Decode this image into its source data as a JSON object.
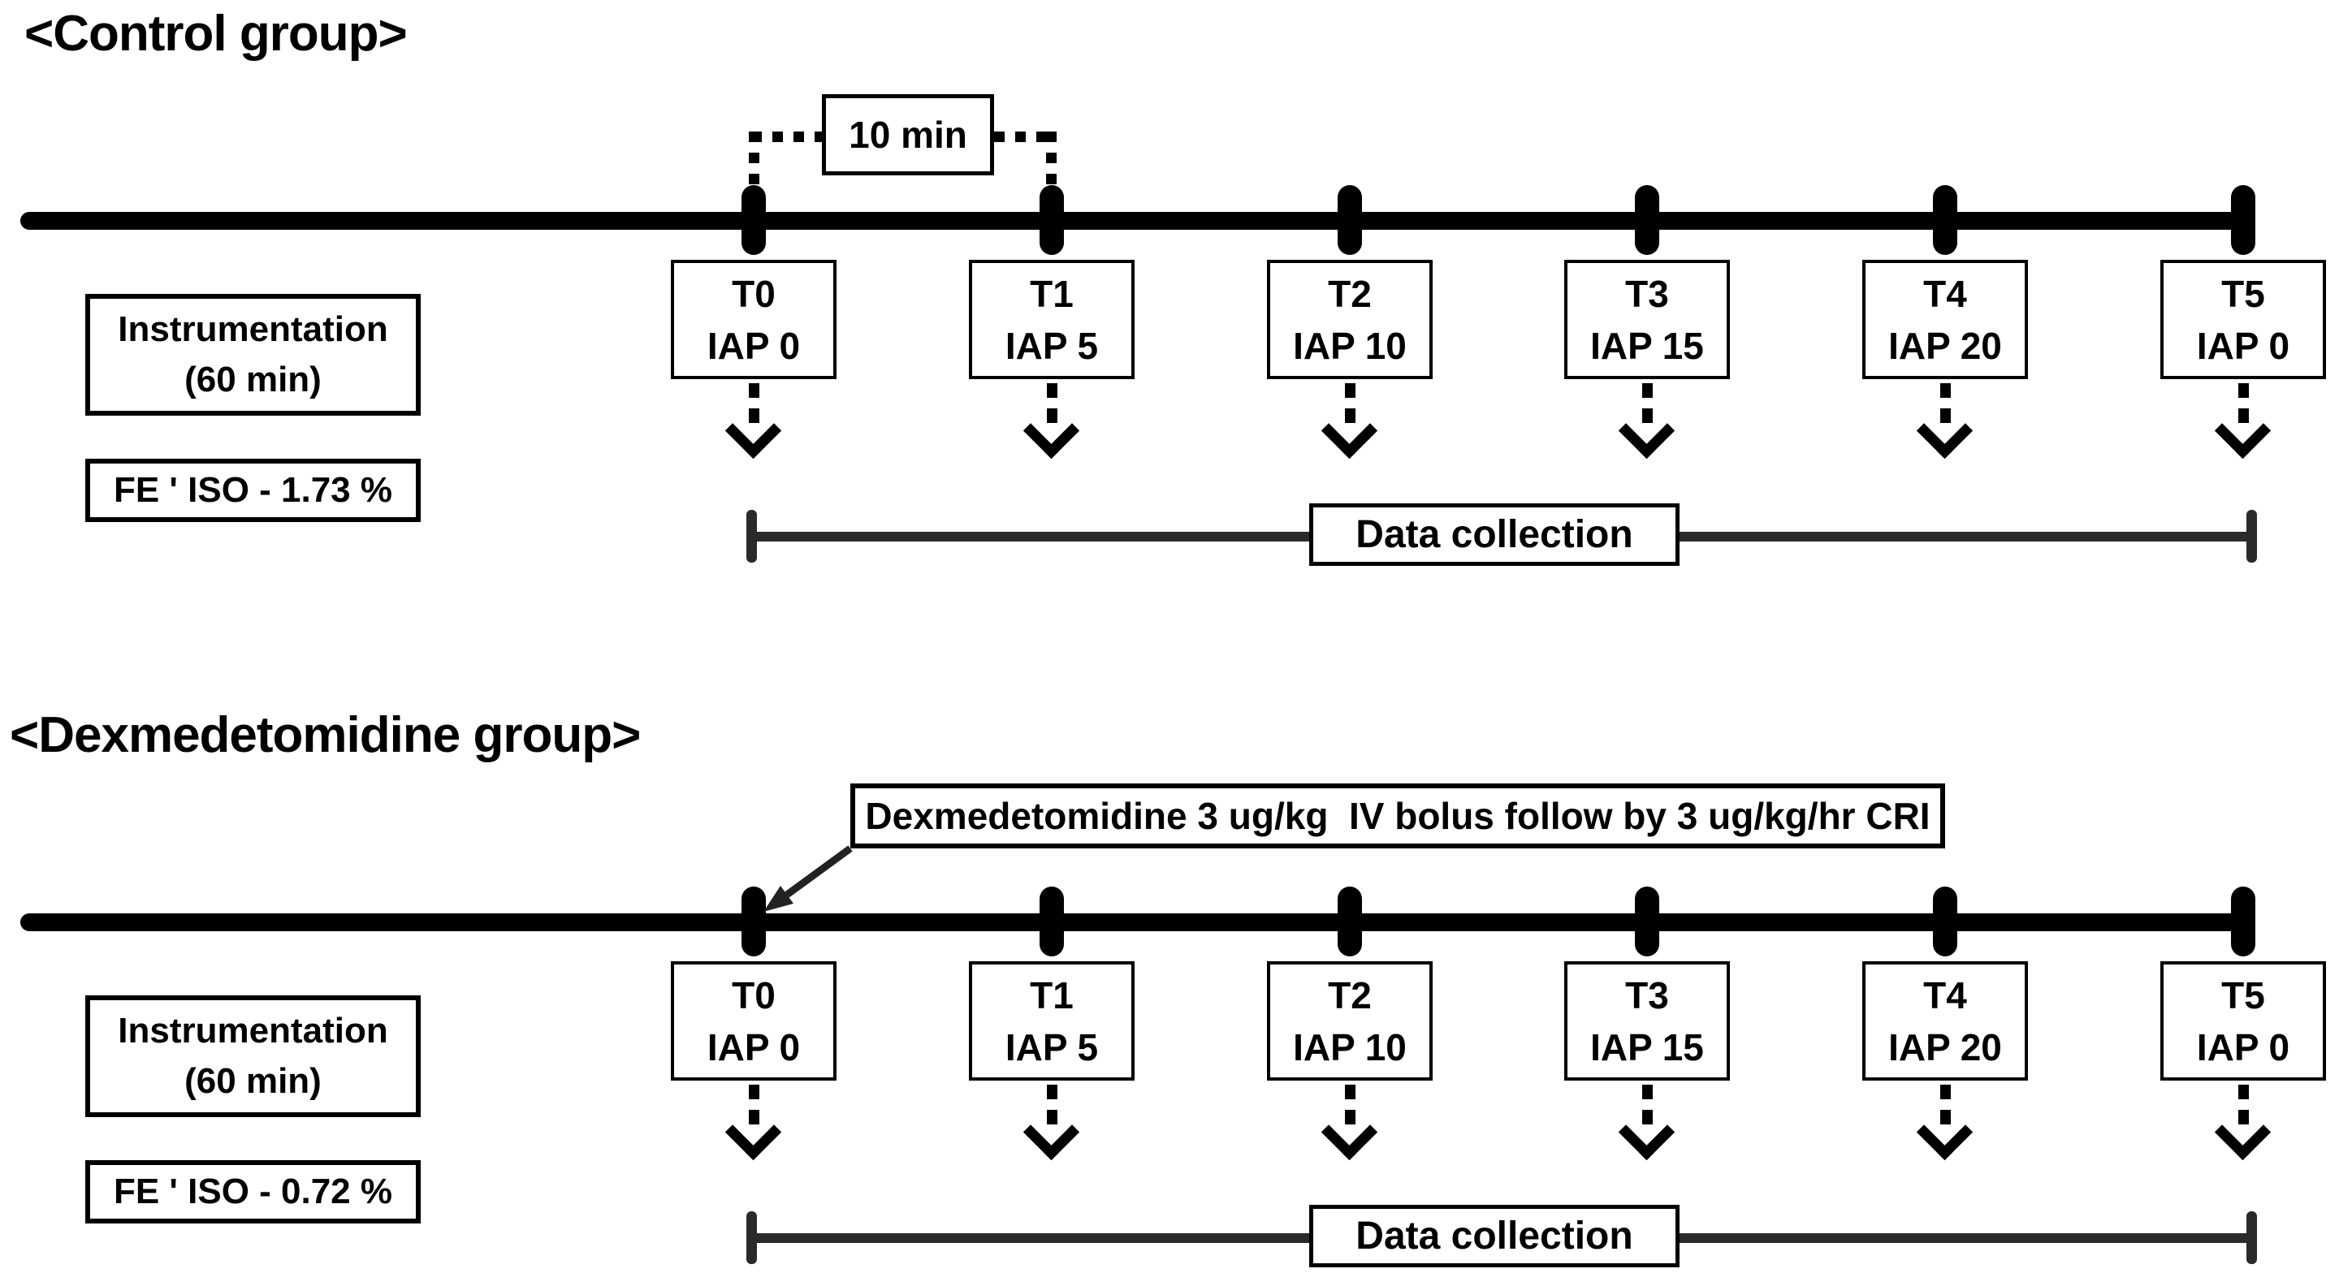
{
  "figure": {
    "colors": {
      "ink": "#000000",
      "data_line": "#2a2a2a"
    },
    "groups": [
      {
        "title": "<Control group>",
        "interval_label": "10 min",
        "instrumentation_line1": "Instrumentation",
        "instrumentation_line2": "(60 min)",
        "fe_iso": "FE ' ISO - 1.73 %",
        "data_collection_label": "Data collection",
        "timepoints": [
          {
            "t": "T0",
            "iap": "IAP 0"
          },
          {
            "t": "T1",
            "iap": "IAP 5"
          },
          {
            "t": "T2",
            "iap": "IAP 10"
          },
          {
            "t": "T3",
            "iap": "IAP 15"
          },
          {
            "t": "T4",
            "iap": "IAP 20"
          },
          {
            "t": "T5",
            "iap": "IAP 0"
          }
        ]
      },
      {
        "title": "<Dexmedetomidine group>",
        "callout": "Dexmedetomidine 3 ug/kg  IV bolus follow by 3 ug/kg/hr CRI",
        "instrumentation_line1": "Instrumentation",
        "instrumentation_line2": "(60 min)",
        "fe_iso": "FE ' ISO - 0.72 %",
        "data_collection_label": "Data collection",
        "timepoints": [
          {
            "t": "T0",
            "iap": "IAP 0"
          },
          {
            "t": "T1",
            "iap": "IAP 5"
          },
          {
            "t": "T2",
            "iap": "IAP 10"
          },
          {
            "t": "T3",
            "iap": "IAP 15"
          },
          {
            "t": "T4",
            "iap": "IAP 20"
          },
          {
            "t": "T5",
            "iap": "IAP 0"
          }
        ]
      }
    ]
  }
}
